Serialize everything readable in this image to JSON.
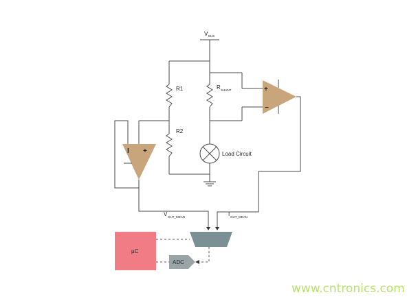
{
  "labels": {
    "vbus_main": "V",
    "vbus_sub": "BUS",
    "r1": "R1",
    "r2": "R2",
    "rshunt_main": "R",
    "rshunt_sub": "SHUNT",
    "load": "Load Circuit",
    "vout_main": "V",
    "vout_sub": "OUT_MEAN",
    "iout_main": "I",
    "iout_sub": "OUT_MEAN",
    "uc": "µC",
    "adc": "ADC",
    "opamp_top_plus": "+",
    "opamp_top_minus": "−",
    "opamp_left_minus": "I",
    "opamp_left_plus": "+"
  },
  "watermark": "www.cntronics.com",
  "colors": {
    "opamp": "#c9a57c",
    "mux": "#7b9095",
    "adc": "#9aa4a6",
    "uc": "#f27c86",
    "watermark": "#b9e06f",
    "wire": "#4a4a4a"
  }
}
